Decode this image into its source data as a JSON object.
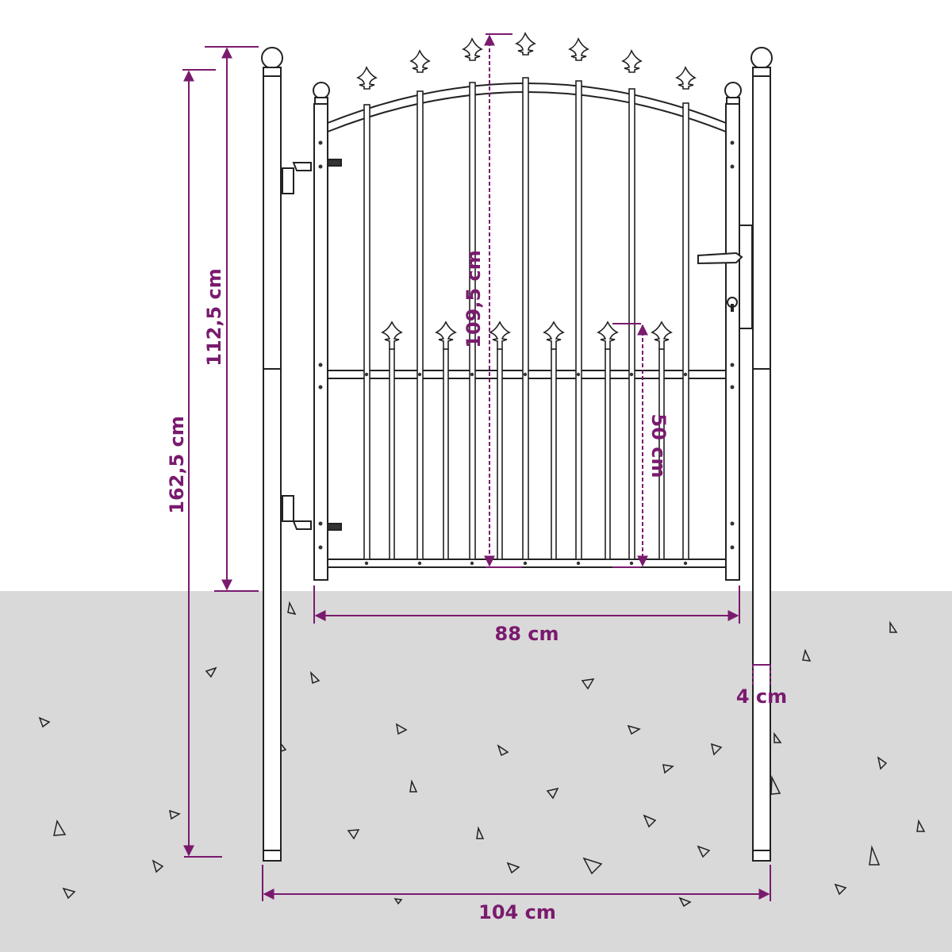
{
  "dimensions": {
    "total_height": "162,5 cm",
    "gate_height_side": "112,5 cm",
    "gate_height_center": "109,5 cm",
    "lower_section_height": "50 cm",
    "gate_width": "88 cm",
    "total_width": "104 cm",
    "post_width": "4 cm"
  },
  "colors": {
    "accent": "#7a1a6e",
    "ground": "#d9d9d9",
    "line": "#222222",
    "background": "#ffffff"
  }
}
